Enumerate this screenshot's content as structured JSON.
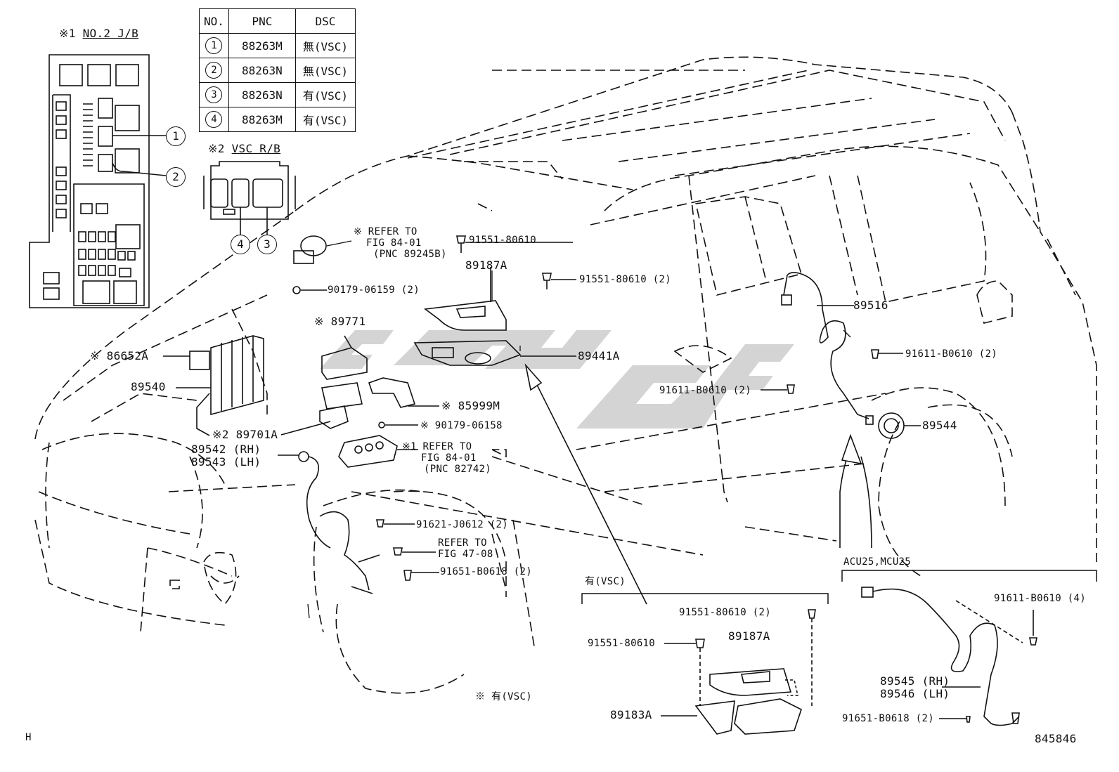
{
  "title_jb": {
    "mark": "※1",
    "name": "NO.2 J/B"
  },
  "title_rb": {
    "mark": "※2",
    "name": "VSC R/B"
  },
  "table": {
    "headers": [
      "NO.",
      "PNC",
      "DSC"
    ],
    "rows": [
      {
        "no": "1",
        "pnc": "88263M",
        "dsc": "無(VSC)"
      },
      {
        "no": "2",
        "pnc": "88263N",
        "dsc": "無(VSC)"
      },
      {
        "no": "3",
        "pnc": "88263N",
        "dsc": "有(VSC)"
      },
      {
        "no": "4",
        "pnc": "88263M",
        "dsc": "有(VSC)"
      }
    ]
  },
  "callouts": {
    "c1": "1",
    "c2": "2",
    "c3": "3",
    "c4": "4"
  },
  "labels": {
    "ref_89245b": [
      "※ REFER TO",
      "FIG 84-01",
      "(PNC 89245B)"
    ],
    "p91551_80610_a": "91551-80610",
    "p89187a": "89187A",
    "p91551_80610_2": "91551-80610 (2)",
    "p90179_06159": "90179-06159 (2)",
    "p89771": "※ 89771",
    "p86652a": "※ 86652A",
    "p89540": "89540",
    "p89516": "89516",
    "p89441a": "89441A",
    "p91611_b0610_a": "91611-B0610 (2)",
    "p91611_b0610_b": "91611-B0610 (2)",
    "p85999m": "※ 85999M",
    "p89544": "89544",
    "p89701a": "※2 89701A",
    "p90179_06158": "※ 90179-06158",
    "p89542": "89542 (RH)",
    "p89543": "89543 (LH)",
    "ref_82742": [
      "※1 REFER TO",
      "FIG 84-01",
      "(PNC 82742)"
    ],
    "p91621_j0612": "91621-J0612 (2)",
    "ref_47_08": [
      "REFER TO",
      "FIG 47-08"
    ],
    "p91651_b0618": "91651-B0618 (2)",
    "vsc_note": "※ 有(VSC)",
    "h": "H",
    "fig_no": "845846"
  },
  "inset_vsc": {
    "title": "有(VSC)",
    "p91551_80610_2": "91551-80610 (2)",
    "p91551_80610": "91551-80610",
    "p89187a": "89187A",
    "p89183a": "89183A"
  },
  "inset_acu": {
    "title": "ACU25,MCU25",
    "p91611_b0610_4": "91611-B0610 (4)",
    "p89545": "89545 (RH)",
    "p89546": "89546 (LH)",
    "p91651_b0618": "91651-B0618 (2)"
  },
  "watermark": "ygs"
}
